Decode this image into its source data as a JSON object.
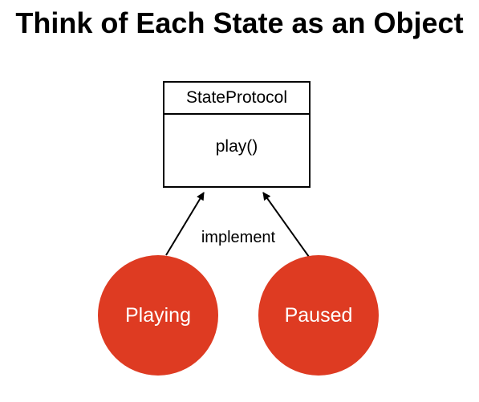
{
  "title": "Think of Each State as an Object",
  "protocol": {
    "name": "StateProtocol",
    "method": "play()"
  },
  "relation": {
    "label": "implement"
  },
  "states": [
    {
      "label": "Playing"
    },
    {
      "label": "Paused"
    }
  ],
  "colors": {
    "state_fill": "#de3b22",
    "state_text": "#ffffff",
    "line": "#000000"
  },
  "icons": {
    "arrowhead": "arrowhead-icon"
  }
}
